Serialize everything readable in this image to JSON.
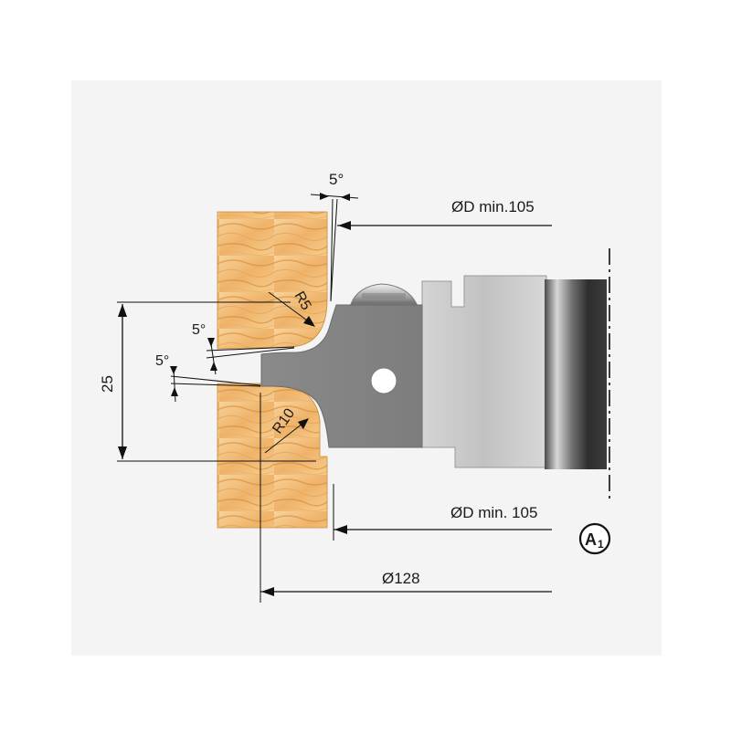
{
  "dimensions": {
    "angle_top": "5°",
    "angle_mid": "5°",
    "angle_low": "5°",
    "d_min_top": "ØD min.105",
    "d_min_bottom": "ØD min. 105",
    "height": "25",
    "radius_small": "R5",
    "radius_large": "R10",
    "diameter": "Ø128"
  },
  "badge": {
    "letter": "A",
    "subscript": "1"
  },
  "colors": {
    "background": "#f4f4f4",
    "wood_light": "#f6c98a",
    "wood_dark": "#d98f3e",
    "steel": "#8c8c8c",
    "steel_light": "#c9c9c9",
    "lines": "#111111"
  }
}
